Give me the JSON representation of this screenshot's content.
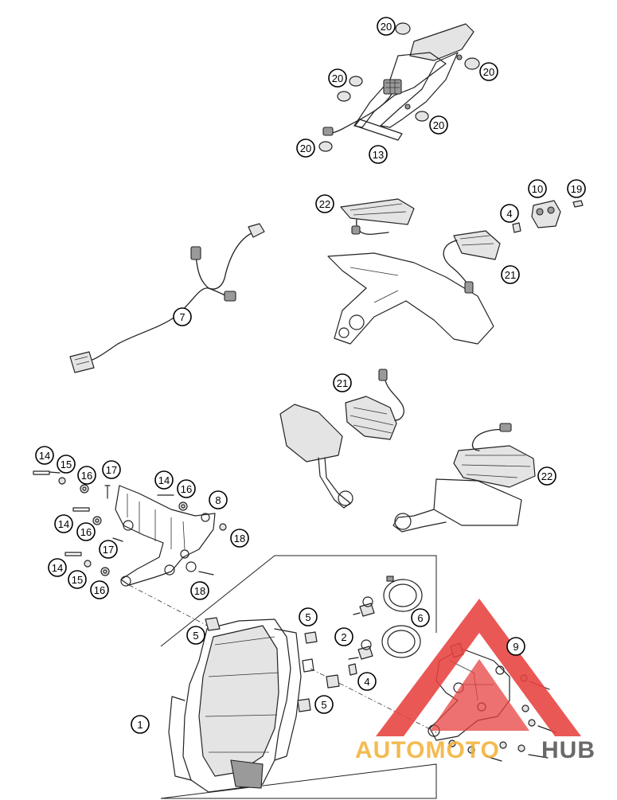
{
  "callouts": [
    {
      "label": "20"
    },
    {
      "label": "20"
    },
    {
      "label": "20"
    },
    {
      "label": "20"
    },
    {
      "label": "20"
    },
    {
      "label": "13"
    },
    {
      "label": "22"
    },
    {
      "label": "10"
    },
    {
      "label": "19"
    },
    {
      "label": "4"
    },
    {
      "label": "21"
    },
    {
      "label": "7"
    },
    {
      "label": "21"
    },
    {
      "label": "22"
    },
    {
      "label": "14"
    },
    {
      "label": "15"
    },
    {
      "label": "16"
    },
    {
      "label": "17"
    },
    {
      "label": "14"
    },
    {
      "label": "16"
    },
    {
      "label": "8"
    },
    {
      "label": "14"
    },
    {
      "label": "16"
    },
    {
      "label": "18"
    },
    {
      "label": "17"
    },
    {
      "label": "14"
    },
    {
      "label": "15"
    },
    {
      "label": "16"
    },
    {
      "label": "18"
    },
    {
      "label": "5"
    },
    {
      "label": "5"
    },
    {
      "label": "2"
    },
    {
      "label": "6"
    },
    {
      "label": "4"
    },
    {
      "label": "5"
    },
    {
      "label": "1"
    },
    {
      "label": "9"
    }
  ],
  "watermark": {
    "part1": "AUTOMOTO",
    "part2": "HUB",
    "colors": {
      "triangle": "#e8423f",
      "auto": "#f2b23a",
      "hub": "#555555"
    }
  }
}
